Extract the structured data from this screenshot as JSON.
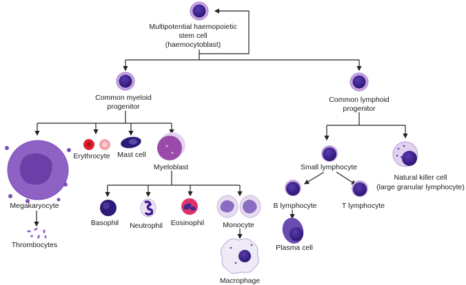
{
  "labels": {
    "stem_cell": [
      "Multipotential haemopoietic",
      "stem cell",
      "(haemocytoblast)"
    ],
    "myeloid_progenitor": [
      "Common myeloid",
      "progenitor"
    ],
    "lymphoid_progenitor": [
      "Common lymphoid",
      "progenitor"
    ],
    "megakaryocyte": "Megakaryocyte",
    "thrombocytes": "Thrombocytes",
    "erythrocyte": "Erythrocyte",
    "mast_cell": "Mast cell",
    "myeloblast": "Myeloblast",
    "basophil": "Basophil",
    "neutrophil": "Neutrophil",
    "eosinophil": "Eosinophil",
    "monocyte": "Monocyte",
    "macrophage": "Macrophage",
    "small_lymphocyte": "Small lymphocyte",
    "b_lymphocyte": "B lymphocyte",
    "t_lymphocyte": "T lymphocyte",
    "plasma_cell": "Plasma cell",
    "nk_cell": [
      "Natural killer cell",
      "(large granular lymphocyte)"
    ]
  },
  "colors": {
    "nucleus": "#3b1f8f",
    "cytoplasm": "#c9a6e0",
    "erythrocyte": "#e0202c",
    "eosinophil": "#e0306a",
    "megakaryocyte": "#8e62c4"
  }
}
